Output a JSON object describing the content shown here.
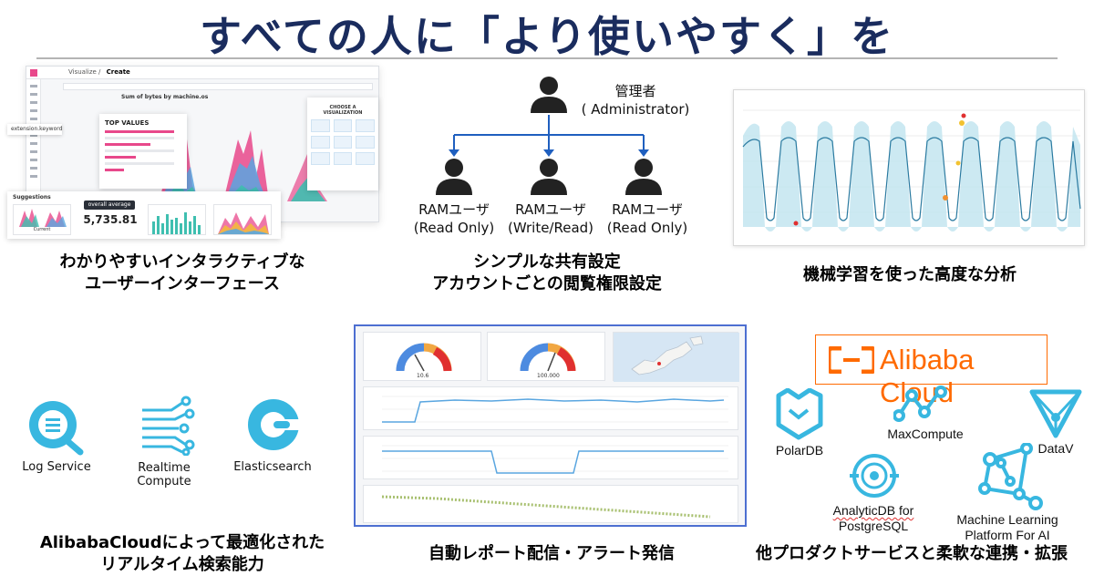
{
  "title": "すべての人に「より使いやすく」を",
  "panel_ui": {
    "caption_line1": "わかりやすいインタラクティブな",
    "caption_line2": "ユーザーインターフェース",
    "breadcrumb_prefix": "Visualize",
    "breadcrumb_current": "Create",
    "chart_title": "Sum of bytes by machine.os",
    "top_values_title": "TOP VALUES",
    "viz_panel_title": "CHOOSE A VISUALIZATION",
    "field_name": "extension.keyword",
    "suggestions_title": "Suggestions",
    "suggestion_current": "Current",
    "avg_badge": "overall average",
    "avg_value": "5,735.81"
  },
  "panel_access": {
    "caption_line1": "シンプルな共有設定",
    "caption_line2": "アカウントごとの閲覧権限設定",
    "admin_line1": "管理者",
    "admin_line2": "( Administrator)",
    "users": [
      {
        "name": "RAMユーザ",
        "role": "(Read Only)"
      },
      {
        "name": "RAMユーザ",
        "role": "(Write/Read)"
      },
      {
        "name": "RAMユーザ",
        "role": "(Read Only)"
      }
    ]
  },
  "panel_ml": {
    "caption": "機械学習を使った高度な分析"
  },
  "panel_search": {
    "caption_line1": "AlibabaCloudによって最適化された",
    "caption_line2": "リアルタイム検索能力",
    "services": [
      "Log Service",
      "Realtime Compute",
      "Elasticsearch"
    ]
  },
  "panel_report": {
    "caption": "自動レポート配信・アラート発信",
    "gauge1_value": "10.6",
    "gauge2_value": "100.000"
  },
  "panel_integration": {
    "caption": "他プロダクトサービスと柔軟な連携・拡張",
    "brand": "Alibaba Cloud",
    "services": {
      "polardb": "PolarDB",
      "maxcompute": "MaxCompute",
      "datav": "DataV",
      "analyticdb_line1": "AnalyticDB for",
      "analyticdb_line2": "PostgreSQL",
      "pai_line1": "Machine Learning",
      "pai_line2": "Platform For AI"
    }
  },
  "colors": {
    "title": "#1a2c5e",
    "accent_pink": "#e8488b",
    "accent_teal": "#3fbfb0",
    "accent_blue": "#5aa6e0",
    "org_blue": "#1f5fbf",
    "icon_cyan": "#38b7e0",
    "alibaba_orange": "#ff6a00",
    "report_border": "#4d6fd1"
  }
}
